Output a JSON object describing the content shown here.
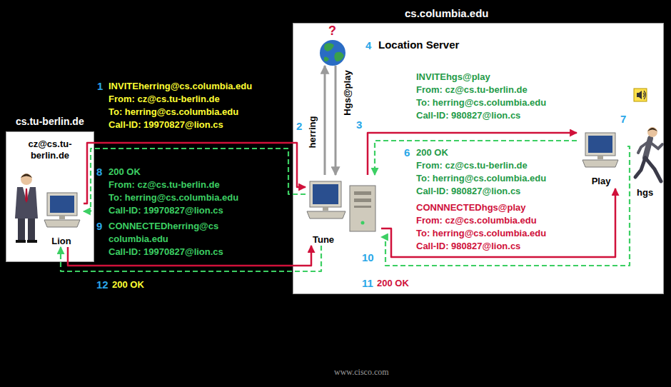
{
  "diagram": {
    "nodes": [
      {
        "text": [
          "cs.tu-berlin.de",
          "cz@cs.tu-berlin.de"
        ]
      },
      {
        "text": [
          "Lion"
        ],
        "in": 0
      },
      {
        "text": [
          "cs.columbia.edu"
        ]
      },
      {
        "text": [
          "Location Server"
        ],
        "in": 2
      },
      {
        "text": [
          "Tune"
        ],
        "in": 2
      },
      {
        "text": [
          "Play"
        ],
        "in": 2
      }
    ],
    "edges": [
      {
        "from": 1,
        "to": 4,
        "arrow": "to"
      },
      {
        "from": 4,
        "to": 3,
        "arrow": "to",
        "label": "herring"
      },
      {
        "from": 3,
        "to": 4,
        "arrow": "to",
        "label": "Hgs@play"
      },
      {
        "from": 4,
        "to": 5,
        "arrow": "to"
      },
      {
        "from": 5,
        "to": 4,
        "arrow": "to"
      },
      {
        "from": 4,
        "to": 1,
        "arrow": "to"
      },
      {
        "from": 1,
        "to": 4,
        "arrow": "to"
      },
      {
        "from": 4,
        "to": 5,
        "arrow": "to"
      },
      {
        "from": 5,
        "to": 4,
        "arrow": "to"
      },
      {
        "from": 4,
        "to": 1,
        "arrow": "to"
      }
    ],
    "labels": [
      "?",
      "4",
      "1",
      "INVITEherring@cs.columbia.edu",
      "From: cz@cs.tu-berlin.de",
      "To: herring@cs.columbia.edu",
      "Call-ID: 19970827@lion.cs",
      "2",
      "3",
      "INVITEhgs@play",
      "From: cz@cs.tu-berlin.de",
      "To: herring@cs.columbia.edu",
      "Call-ID: 980827@lion.cs",
      "7",
      "6",
      "200 OK",
      "From: cz@cs.tu-berlin.de",
      "To: herring@cs.columbia.edu",
      "Call-ID: 980827@lion.cs",
      "CONNNECTEDhgs@play",
      "From: cz@cs.columbia.edu",
      "To: herring@cs.columbia.edu",
      "Call-ID: 980827@lion.cs",
      "hgs",
      "8",
      "200 OK",
      "From: cz@cs.tu-berlin.de",
      "To: herring@cs.columbia.edu",
      "Call-ID: 19970827@lion.cs",
      "9",
      "CONNECTEDherring@cs",
      "columbia.edu",
      "Call-ID: 19970827@lion.cs",
      "10",
      "11",
      "200 OK",
      "12",
      "200 OK",
      "www.cisco.com"
    ]
  }
}
